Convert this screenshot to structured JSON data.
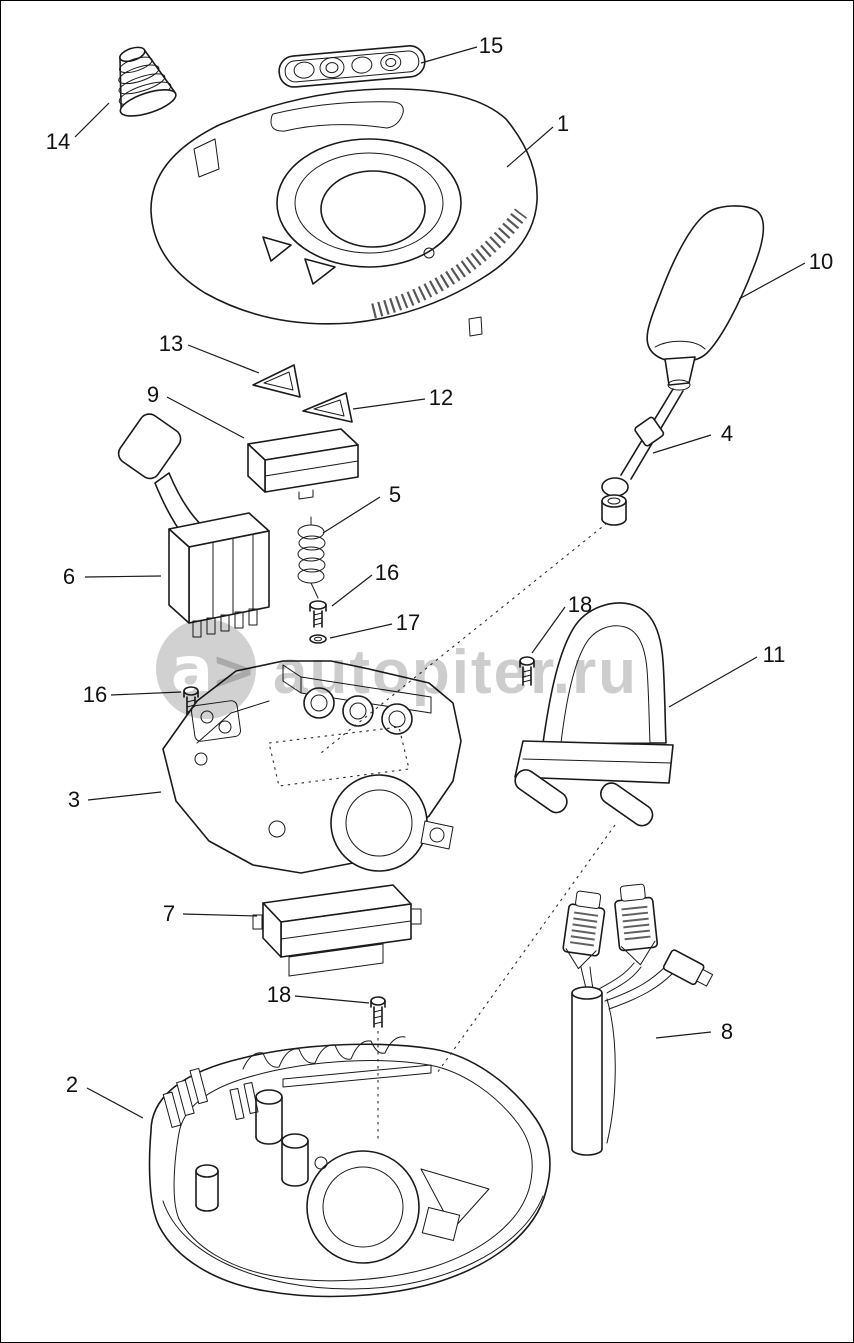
{
  "diagram": {
    "type": "exploded-parts-diagram",
    "line_color": "#1a1a1a",
    "background": "#ffffff"
  },
  "watermark": {
    "logo_letter": "a",
    "logo_arrow": ">",
    "site": "autopiter.ru",
    "circle_color": "#c9c9c9",
    "text_color": "#c4c4c4"
  },
  "labels": [
    {
      "text": "15"
    },
    {
      "text": "1"
    },
    {
      "text": "14"
    },
    {
      "text": "10"
    },
    {
      "text": "13"
    },
    {
      "text": "12"
    },
    {
      "text": "9"
    },
    {
      "text": "4"
    },
    {
      "text": "5"
    },
    {
      "text": "6"
    },
    {
      "text": "16"
    },
    {
      "text": "17"
    },
    {
      "text": "18"
    },
    {
      "text": "11"
    },
    {
      "text": "16"
    },
    {
      "text": "3"
    },
    {
      "text": "7"
    },
    {
      "text": "18"
    },
    {
      "text": "2"
    },
    {
      "text": "8"
    }
  ]
}
